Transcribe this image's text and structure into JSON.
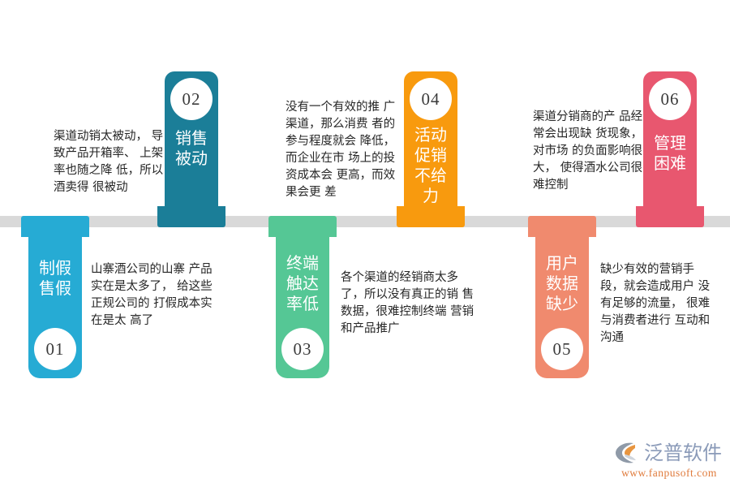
{
  "infographic": {
    "background": "#ffffff",
    "timeline_bar_color": "#d9d9d9",
    "items": [
      {
        "number": "01",
        "title": "制假\n售假",
        "description": "山寨酒公司的山寨\n产品实在是太多了，\n给这些正规公司的\n打假成本实在是太\n高了",
        "color": "#26ABD4",
        "position": "below"
      },
      {
        "number": "02",
        "title": "销售\n被动",
        "description": "渠道动销太被动，\n导致产品开箱率、\n上架率也随之降\n低，所以酒卖得\n很被动",
        "color": "#1B7E98",
        "position": "above"
      },
      {
        "number": "03",
        "title": "终端\n触达\n率低",
        "description": "各个渠道的经销商太多\n了，所以没有真正的销\n售数据，很难控制终端\n营销和产品推广",
        "color": "#55C795",
        "position": "below"
      },
      {
        "number": "04",
        "title": "活动\n促销\n不给\n力",
        "description": "没有一个有效的推\n广渠道，那么消费\n者的参与程度就会\n降低，而企业在市\n场上的投资成本会\n更高，而效果会更\n差",
        "color": "#F89A0E",
        "position": "above"
      },
      {
        "number": "05",
        "title": "用户\n数据\n缺少",
        "description": "缺少有效的营销手\n段，就会造成用户\n没有足够的流量，\n很难与消费者进行\n互动和沟通",
        "color": "#F08A6E",
        "position": "below"
      },
      {
        "number": "06",
        "title": "管理\n困难",
        "description": "渠道分销商的产\n品经常会出现缺\n货现象，对市场\n的负面影响很大，\n使得酒水公司很\n难控制",
        "color": "#E8576F",
        "position": "above"
      }
    ]
  },
  "logo": {
    "name": "泛普软件",
    "url": "www.fanpusoft.com",
    "name_color": "#8a9ab8",
    "url_color": "#e07b3c",
    "mark_gray": "#8f9aa8",
    "mark_orange": "#e8953f"
  }
}
